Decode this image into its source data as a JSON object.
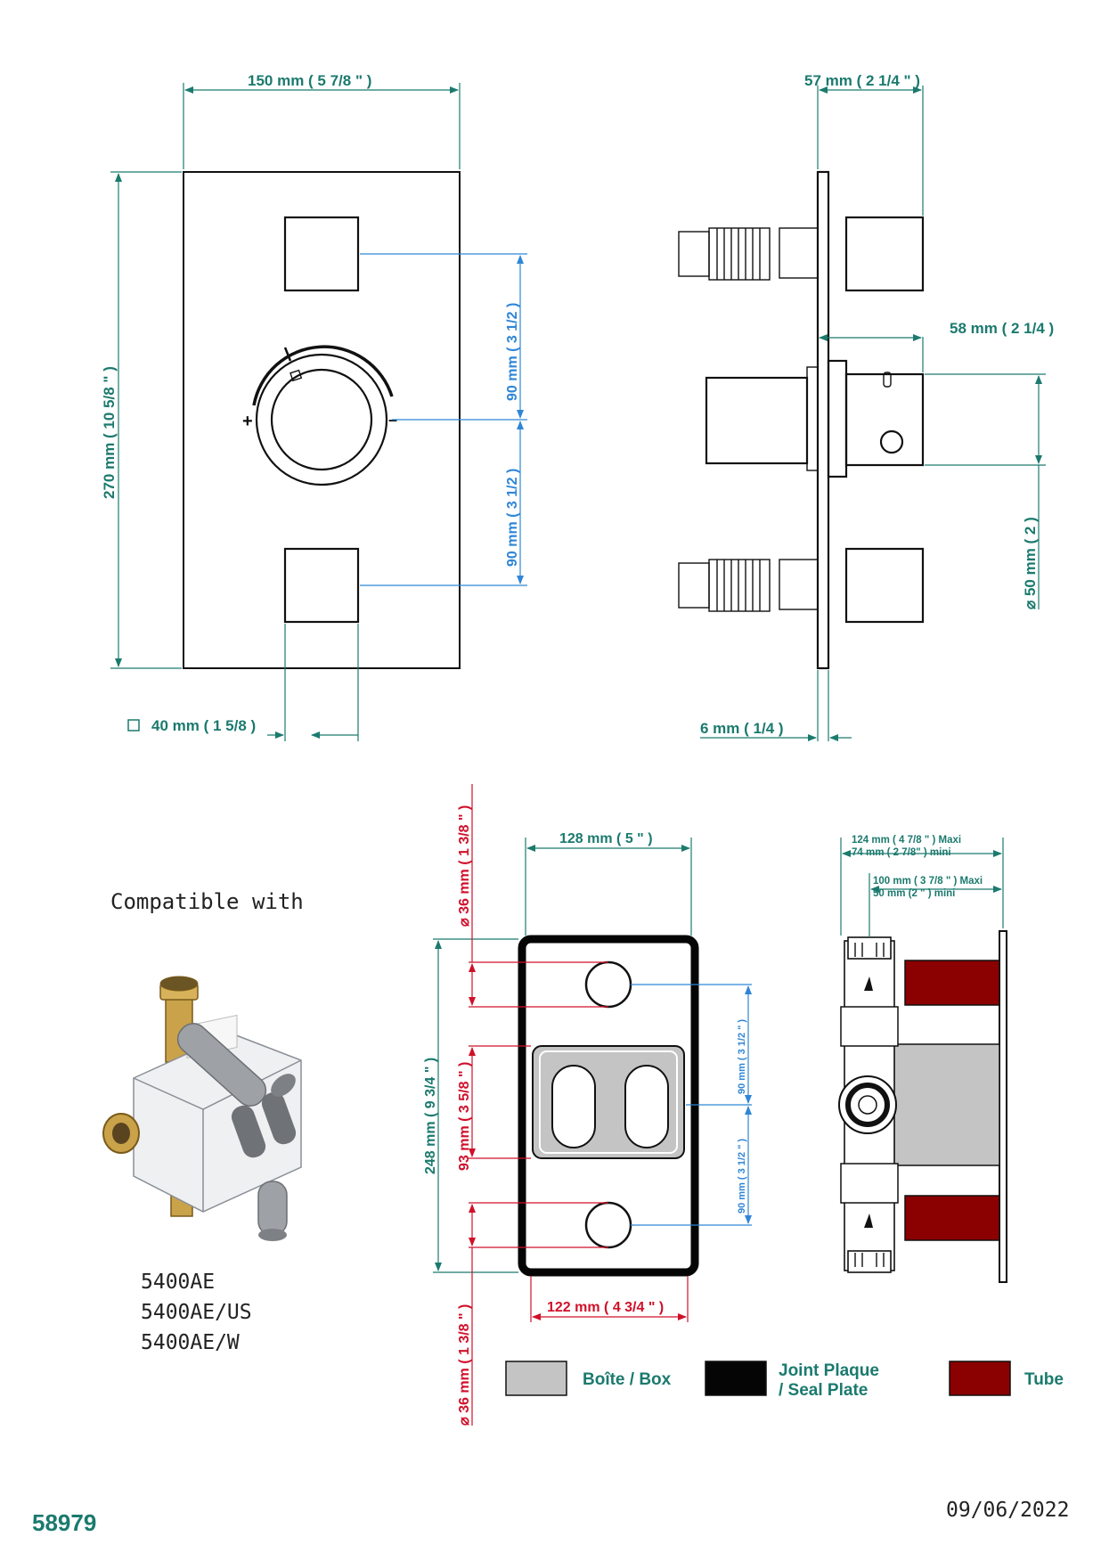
{
  "front_view": {
    "width": "150 mm ( 5 7/8 \" )",
    "height": "270 mm ( 10 5/8 \" )",
    "upper_spacing": "90 mm ( 3 1/2 )",
    "lower_spacing": "90 mm ( 3 1/2 )",
    "knob_square": "40 mm ( 1 5/8 )",
    "plus_sign": "+",
    "minus_sign": "–"
  },
  "side_view": {
    "depth_top": "57 mm ( 2 1/4 \" )",
    "depth_mid": "58 mm ( 2 1/4 )",
    "diameter": "⌀ 50 mm ( 2 )",
    "plate_thickness": "6 mm ( 1/4 )"
  },
  "box_view": {
    "top_width": "128 mm ( 5 \" )",
    "bottom_width": "122 mm ( 4 3/4 \" )",
    "total_height": "248 mm ( 9 3/4 \" )",
    "cutout_height": "93 mm ( 3 5/8 \" )",
    "hole_top": "⌀ 36 mm ( 1 3/8 \" )",
    "hole_bottom": "⌀ 36 mm ( 1 3/8 \" )",
    "spacing_upper": "90 mm ( 3 1/2 \" )",
    "spacing_lower": "90 mm ( 3 1/2 \" )"
  },
  "box_side_view": {
    "depth_max": "124 mm ( 4 7/8 \" ) Maxi",
    "depth_min": "74 mm ( 2 7/8\" ) mini",
    "inner_max": "100 mm ( 3 7/8 \" ) Maxi",
    "inner_min": "50 mm (2 \" ) mini"
  },
  "compatible": {
    "heading": "Compatible with",
    "models": [
      "5400AE",
      "5400AE/US",
      "5400AE/W"
    ]
  },
  "legend": [
    {
      "label_line1": "Boîte / Box",
      "label_line2": "",
      "color": "#c4c4c4"
    },
    {
      "label_line1": "Joint Plaque",
      "label_line2": "/ Seal Plate",
      "color": "#050505"
    },
    {
      "label_line1": "Tube",
      "label_line2": "",
      "color": "#8b0000"
    }
  ],
  "footer": {
    "reference": "58979",
    "date": "09/06/2022"
  },
  "colors": {
    "dimension_teal": "#1b7a6e",
    "dimension_blue": "#2f86d6",
    "dimension_red": "#d0102a",
    "box_gray": "#c4c4c4",
    "tube_red": "#8b0000"
  }
}
